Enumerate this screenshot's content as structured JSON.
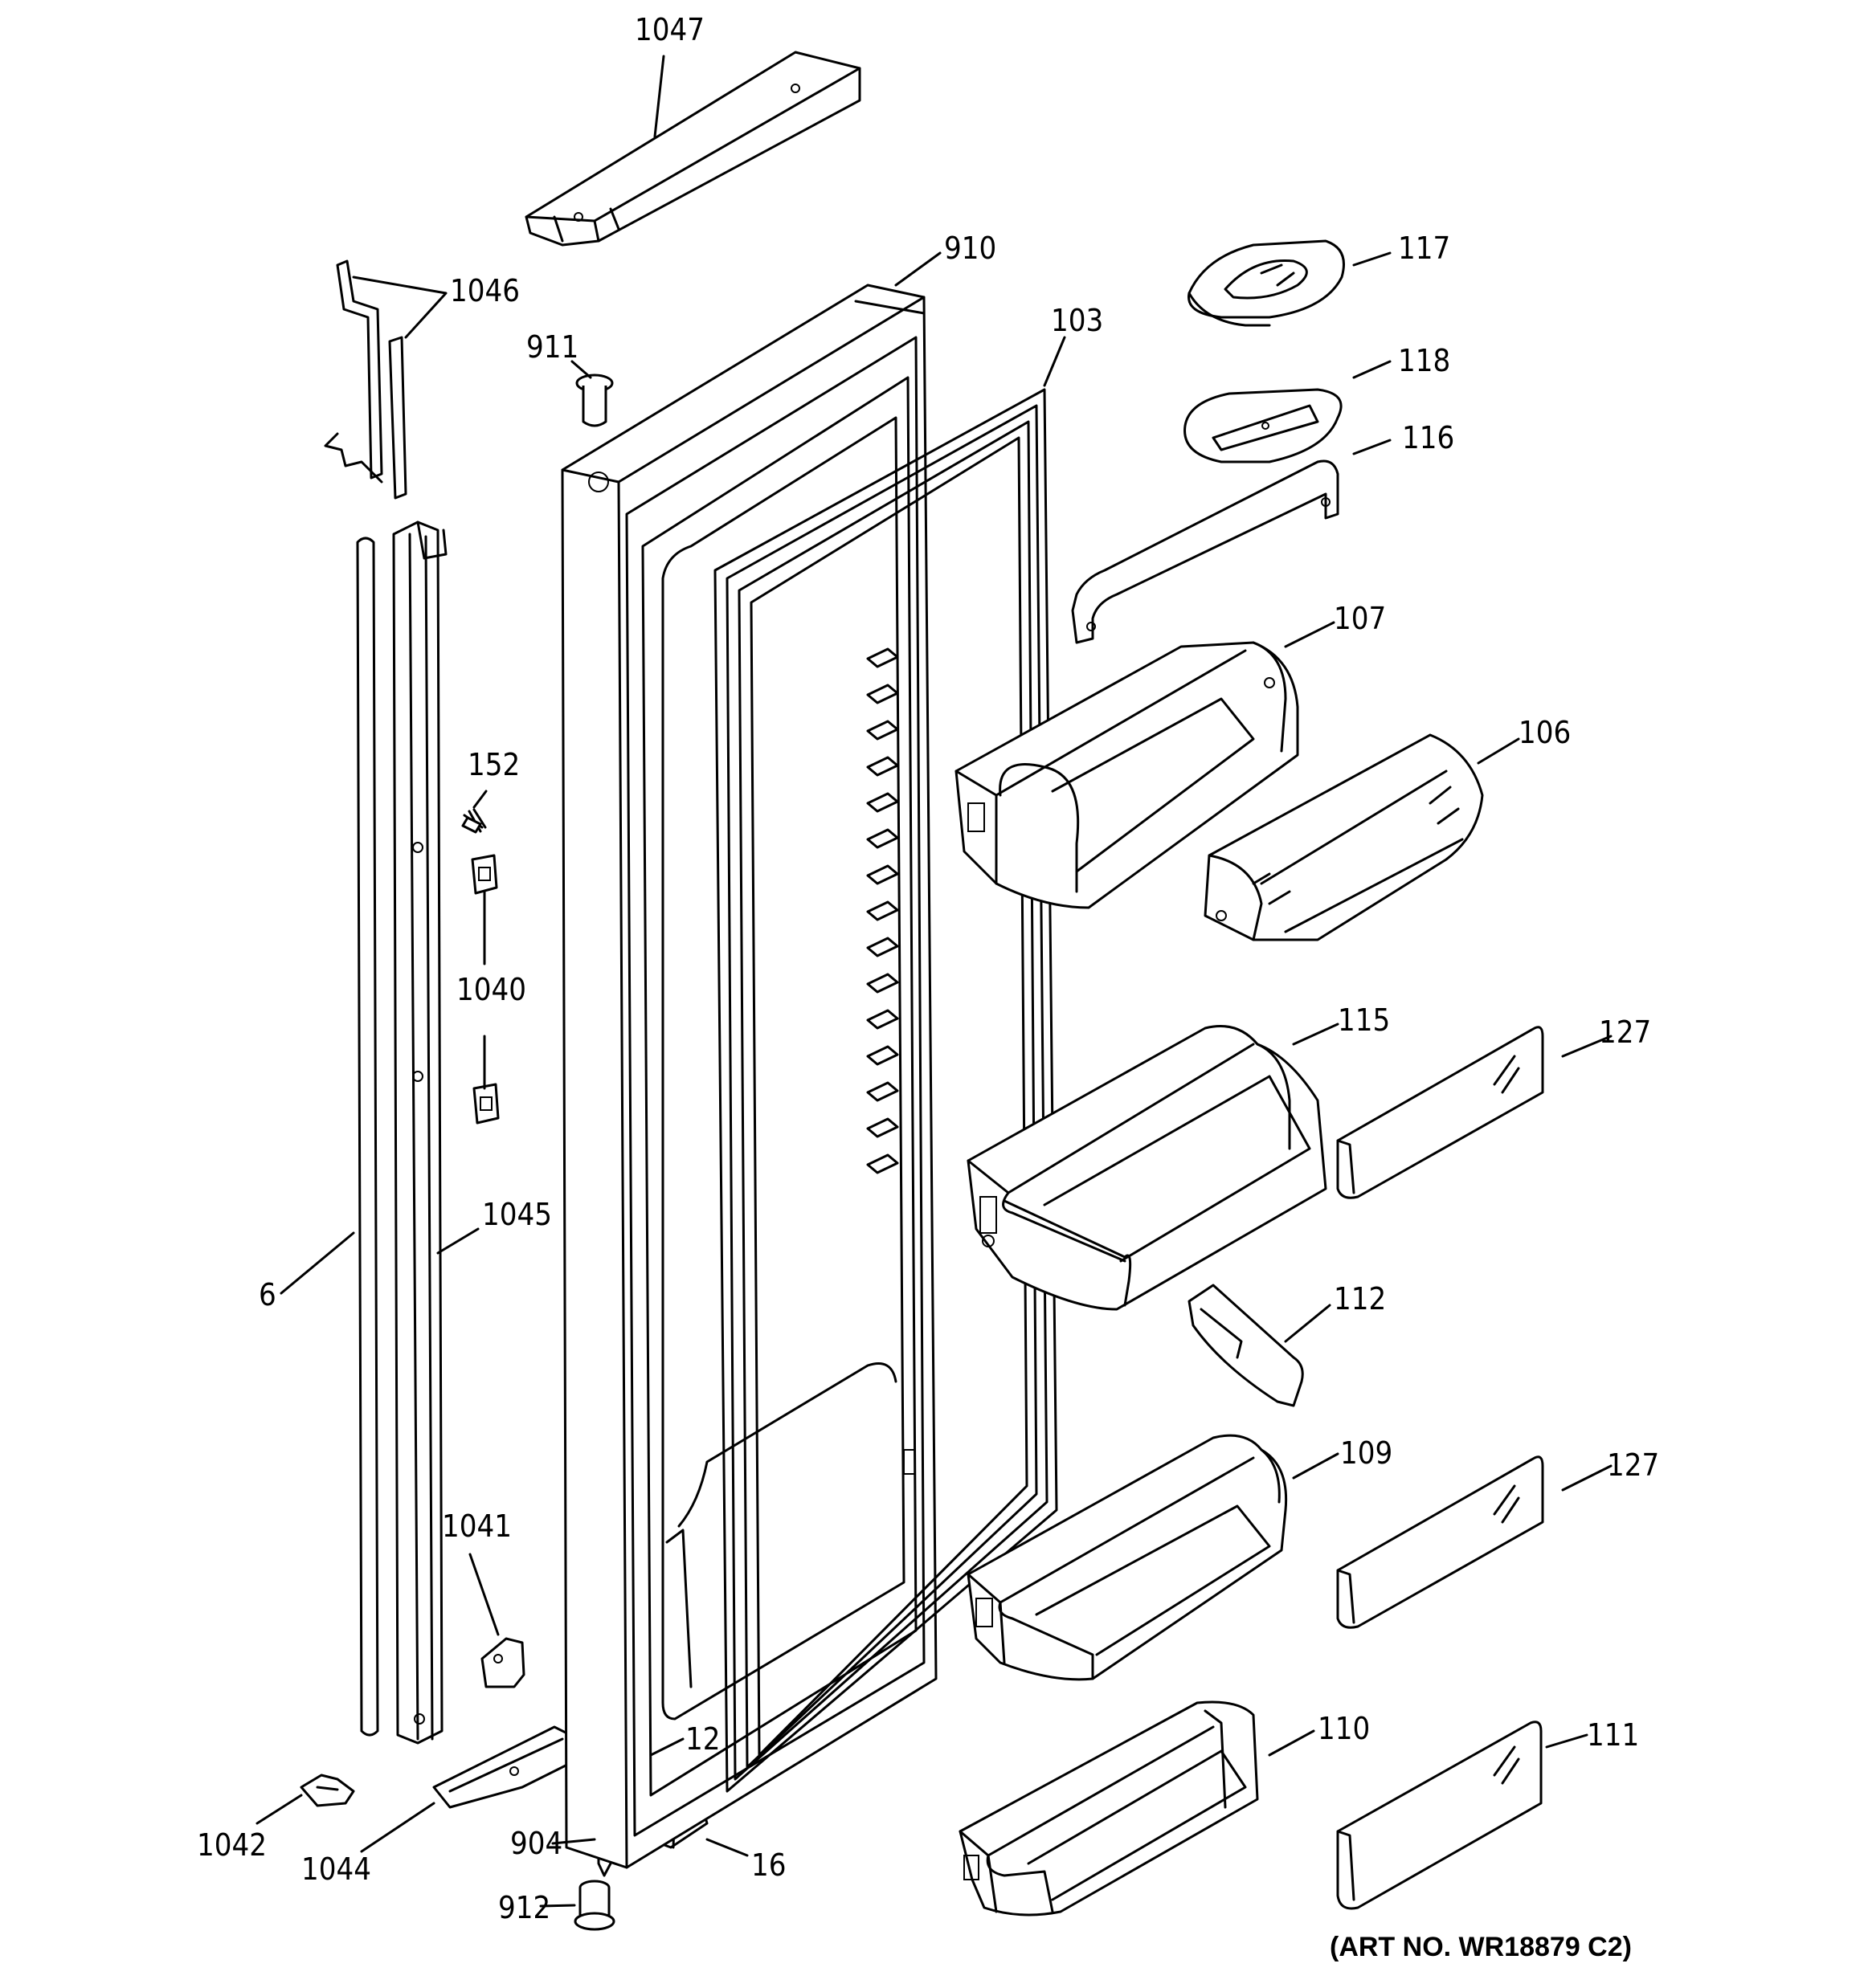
{
  "parts": [
    {
      "id": "p1047",
      "number": "1047"
    },
    {
      "id": "p1046",
      "number": "1046"
    },
    {
      "id": "p910",
      "number": "910"
    },
    {
      "id": "p911",
      "number": "911"
    },
    {
      "id": "p103",
      "number": "103"
    },
    {
      "id": "p117",
      "number": "117"
    },
    {
      "id": "p118",
      "number": "118"
    },
    {
      "id": "p116",
      "number": "116"
    },
    {
      "id": "p107",
      "number": "107"
    },
    {
      "id": "p106",
      "number": "106"
    },
    {
      "id": "p152",
      "number": "152"
    },
    {
      "id": "p1040",
      "number": "1040"
    },
    {
      "id": "p115",
      "number": "115"
    },
    {
      "id": "p127a",
      "number": "127"
    },
    {
      "id": "p1045",
      "number": "1045"
    },
    {
      "id": "p6",
      "number": "6"
    },
    {
      "id": "p112",
      "number": "112"
    },
    {
      "id": "p109",
      "number": "109"
    },
    {
      "id": "p127b",
      "number": "127"
    },
    {
      "id": "p1041",
      "number": "1041"
    },
    {
      "id": "p110",
      "number": "110"
    },
    {
      "id": "p111",
      "number": "111"
    },
    {
      "id": "p12",
      "number": "12"
    },
    {
      "id": "p1042",
      "number": "1042"
    },
    {
      "id": "p1044",
      "number": "1044"
    },
    {
      "id": "p904",
      "number": "904"
    },
    {
      "id": "p16",
      "number": "16"
    },
    {
      "id": "p912",
      "number": "912"
    }
  ],
  "art_number": "(ART NO. WR18879 C2)"
}
